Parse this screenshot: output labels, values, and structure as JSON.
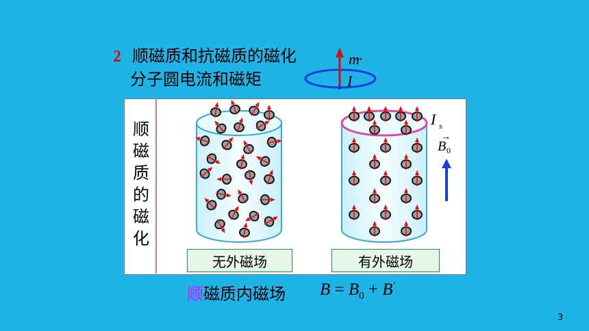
{
  "heading": {
    "number": "2",
    "title": "顺磁质和抗磁质的磁化"
  },
  "subheading": "分子圆电流和磁矩",
  "icon_labels": {
    "moment": "m",
    "current": "I"
  },
  "side_label": "顺磁质的磁化",
  "figure": {
    "left_tag": "无外磁场",
    "right_tag": "有外磁场",
    "surface_current_label": "I",
    "surface_current_sub": "s",
    "field_label": "B",
    "field_sub": "0"
  },
  "bottom": {
    "highlight": "顺",
    "rest": "磁质内磁场",
    "formula": {
      "lhs": "B",
      "eq": " = ",
      "t1": "B",
      "t1_sub": "0",
      "plus": " + ",
      "t2": "B",
      "prime": "'"
    }
  },
  "page_number": "3",
  "colors": {
    "background": "#1fb4e8",
    "accent_red": "#d01010",
    "highlight": "#c81aff",
    "field_arrow": "#1a3fd8"
  }
}
